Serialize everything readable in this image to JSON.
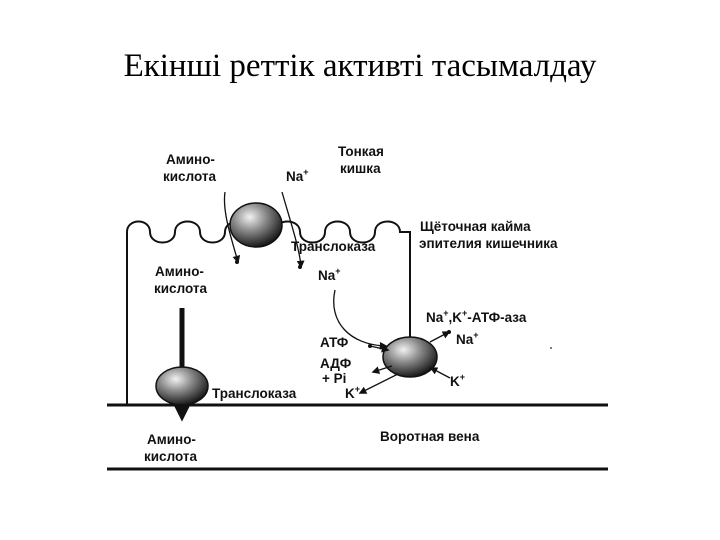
{
  "slide": {
    "title": "Екінші реттік активті тасымалдау"
  },
  "diagram": {
    "labels": {
      "amino_acid_top_1": "Амино-",
      "amino_acid_top_2": "кислота",
      "na_top": "Na",
      "small_intestine_1": "Тонкая",
      "small_intestine_2": "кишка",
      "brush_border_1": "Щёточная кайма",
      "brush_border_2": "эпителия кишечника",
      "translocase_top": "Транслоказа",
      "amino_acid_mid_1": "Амино-",
      "amino_acid_mid_2": "кислота",
      "na_mid": "Na",
      "pump_name_na": "Na",
      "pump_name_k": ",K",
      "pump_name_rest": "-АТФ-аза",
      "na_pump": "Na",
      "atp": "АТФ",
      "adp": "АДФ",
      "pi": "+ Pi",
      "k_pump": "K",
      "translocase_bottom": "Транслоказа",
      "k_bottom": "K",
      "amino_acid_bottom_1": "Амино-",
      "amino_acid_bottom_2": "кислота",
      "portal_vein": "Воротная вена",
      "plus": "+"
    }
  }
}
